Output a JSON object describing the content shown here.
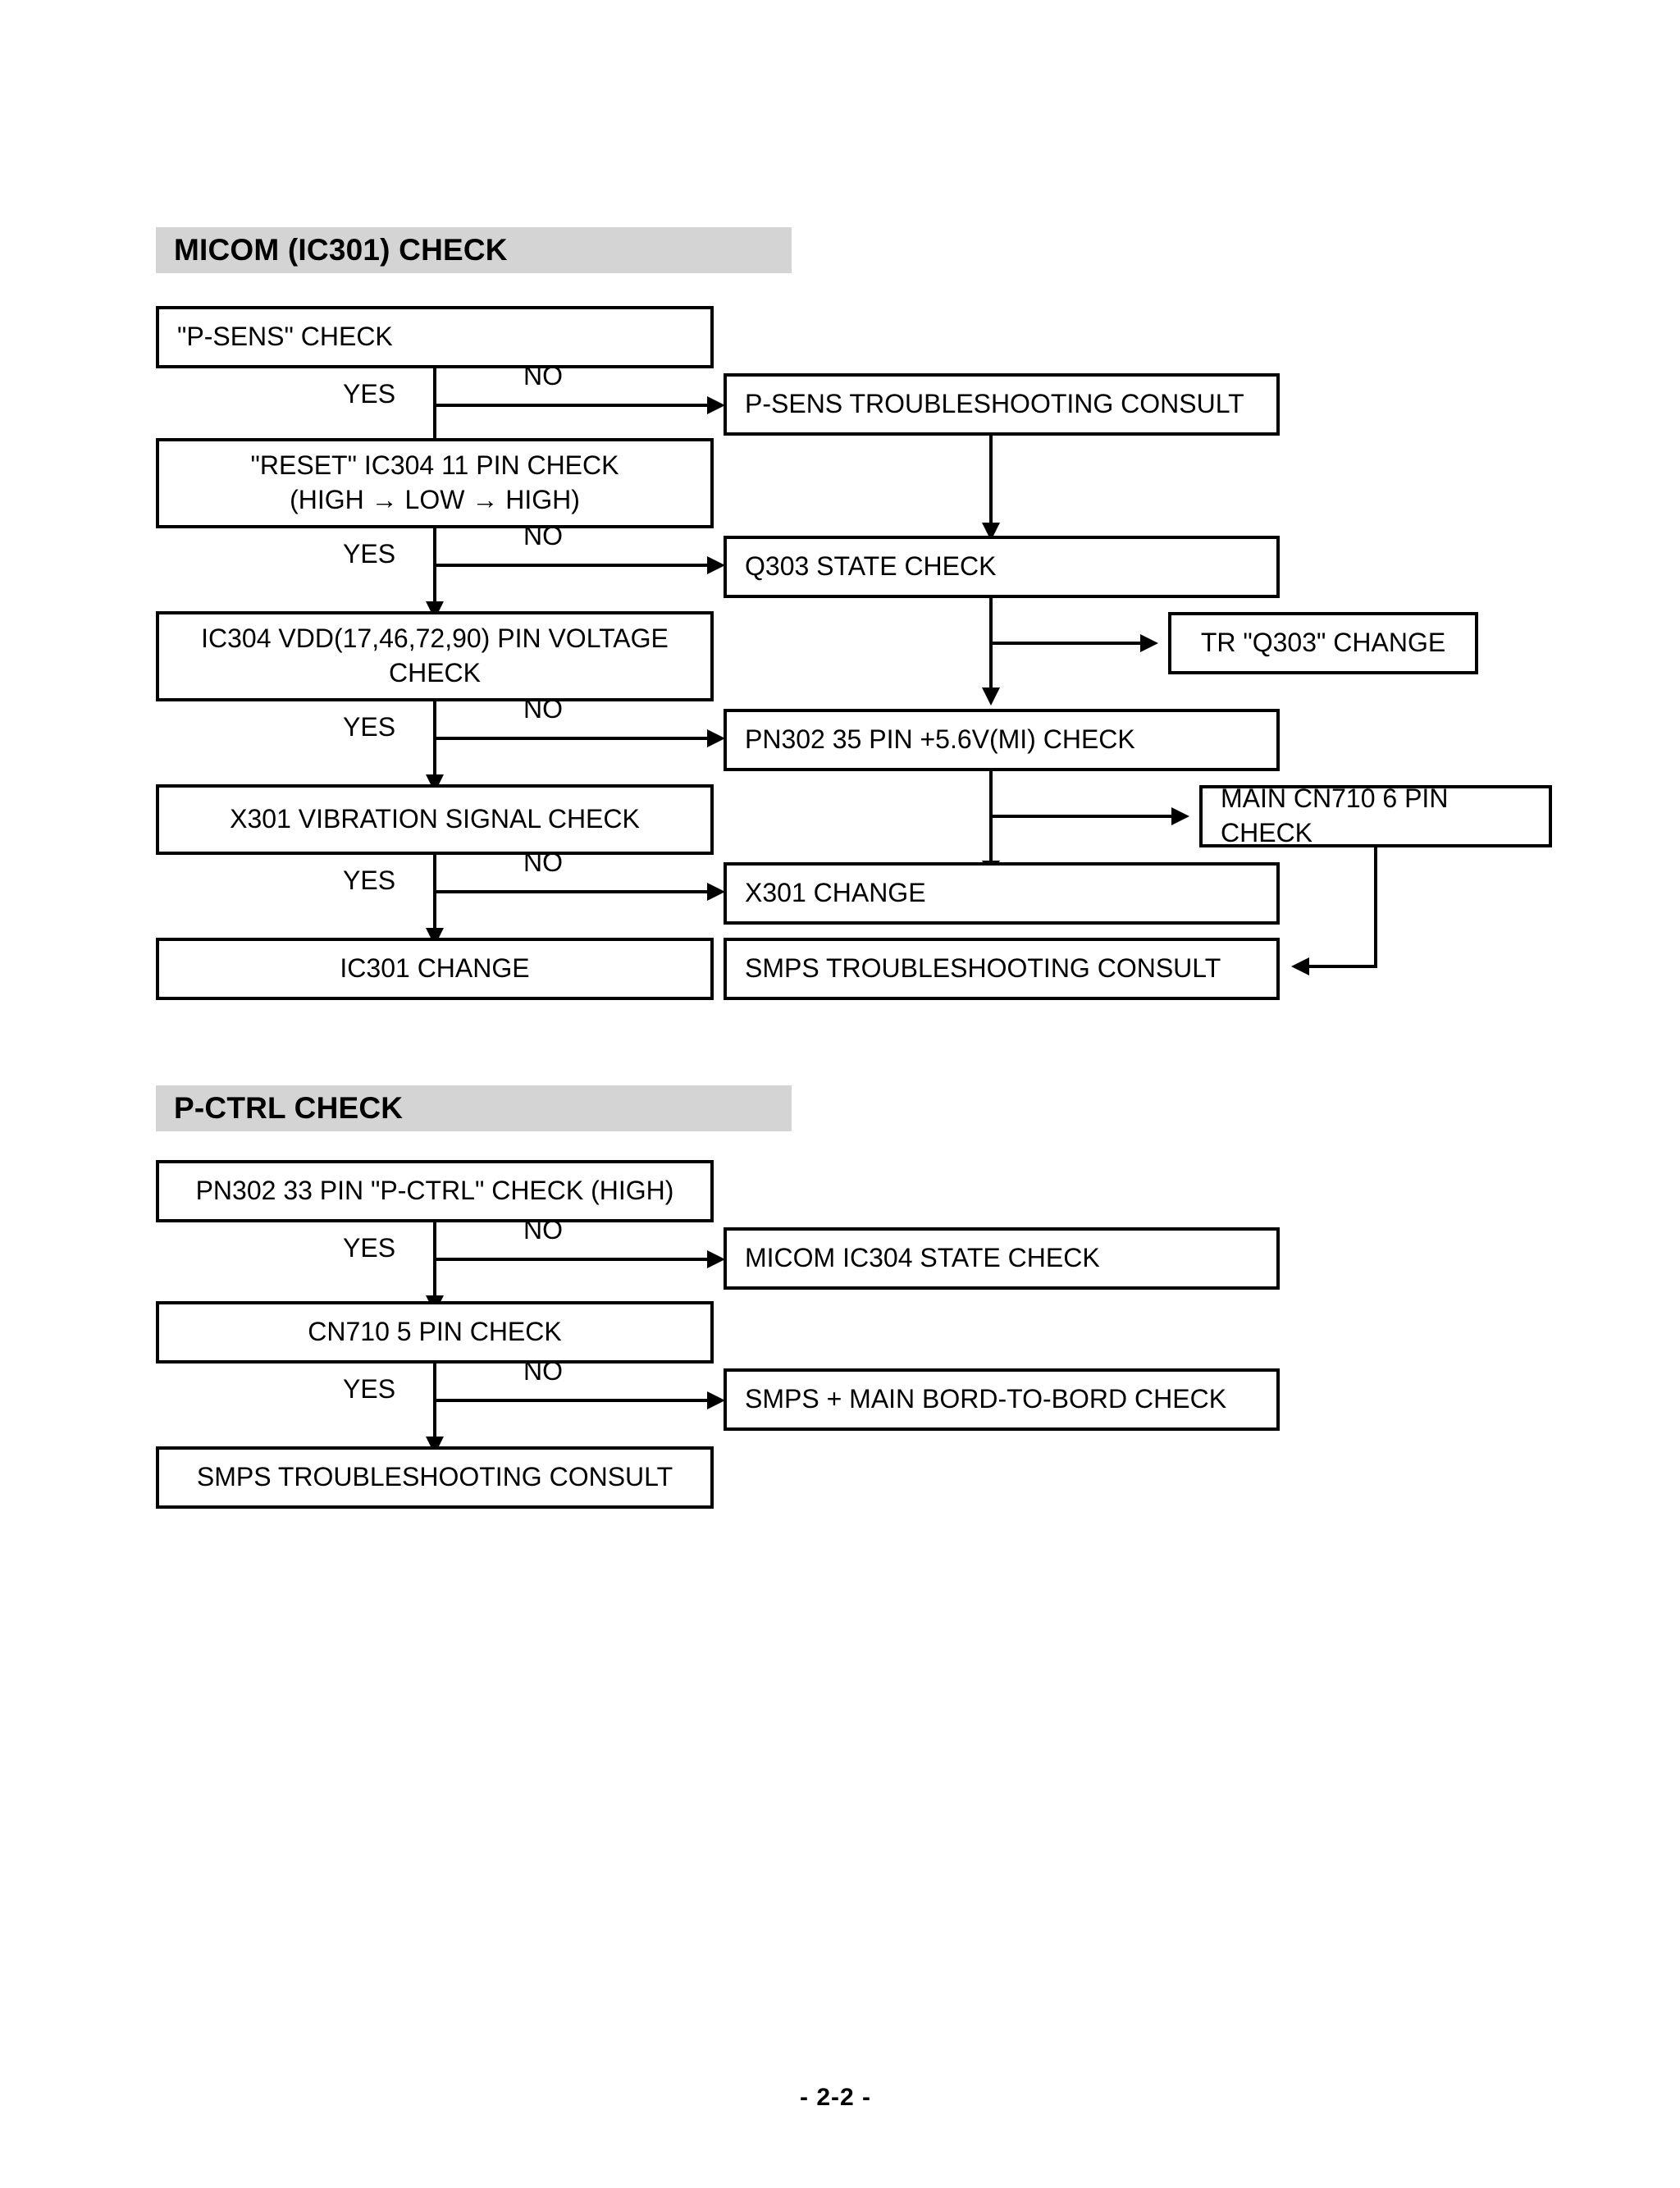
{
  "page": {
    "footer": "- 2-2 -"
  },
  "sections": [
    {
      "id": "micom",
      "header": "MICOM (IC301) CHECK",
      "boxes": {
        "p_sens_check": "\"P-SENS\" CHECK",
        "p_sens_troubleshooting": "P-SENS TROUBLESHOOTING CONSULT",
        "reset_check": "\"RESET\" IC304 11 PIN CHECK\n(HIGH →  LOW → HIGH)",
        "q303_state_check": "Q303 STATE CHECK",
        "tr_q303_change": "TR \"Q303\" CHANGE",
        "ic304_vdd_check": "IC304 VDD(17,46,72,90) PIN VOLTAGE\nCHECK",
        "pn302_35_pin_check": "PN302 35 PIN +5.6V(MI) CHECK",
        "main_cn710_6_pin_check": "MAIN CN710 6 PIN CHECK",
        "x301_vibration_check": "X301 VIBRATION SIGNAL CHECK",
        "x301_change": "X301 CHANGE",
        "ic301_change": "IC301 CHANGE",
        "smps_troubleshooting": "SMPS TROUBLESHOOTING CONSULT"
      },
      "labels": {
        "yes1": "YES",
        "no1": "NO",
        "yes2": "YES",
        "no2": "NO",
        "yes3": "YES",
        "no3": "NO",
        "yes4": "YES",
        "no4": "NO"
      }
    },
    {
      "id": "pctrl",
      "header": "P-CTRL CHECK",
      "boxes": {
        "pn302_33_pin_check": "PN302 33 PIN \"P-CTRL\" CHECK (HIGH)",
        "micom_ic304_state_check": "MICOM IC304 STATE CHECK",
        "cn710_5_pin_check": "CN710 5 PIN CHECK",
        "smps_main_bord_check": "SMPS + MAIN BORD-TO-BORD CHECK",
        "smps_troubleshooting": "SMPS TROUBLESHOOTING CONSULT"
      },
      "labels": {
        "yes1": "YES",
        "no1": "NO",
        "yes2": "YES",
        "no2": "NO"
      }
    }
  ]
}
